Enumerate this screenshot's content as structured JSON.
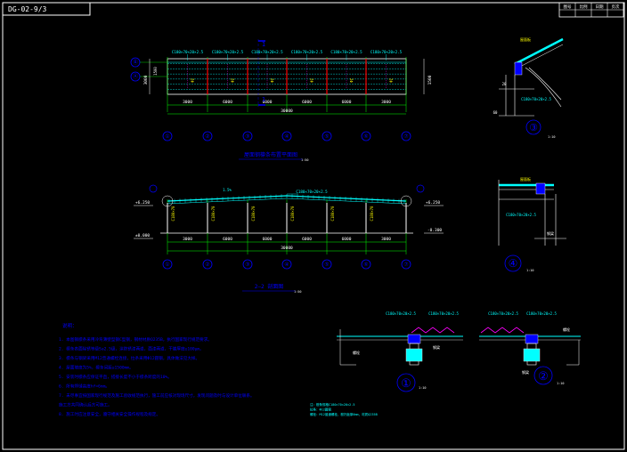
{
  "drawing_code": "DG-02-9/3",
  "title_block": {
    "rows": [
      [
        "图号",
        "比例",
        "日期",
        "页次"
      ],
      [
        "",
        "",
        "",
        ""
      ]
    ]
  },
  "colors": {
    "background": "#000000",
    "frame": "#ffffff",
    "lines": "#ffffff",
    "accent_cyan": "#00ffff",
    "accent_red": "#ff0000",
    "accent_green": "#00ff00",
    "accent_yellow": "#ffff00",
    "accent_blue": "#0000ff",
    "accent_magenta": "#ff00ff"
  },
  "plan_view": {
    "title": "屋面钢檩条布置平面图",
    "scale": "1:50",
    "section_mark": "1",
    "axis_labels": [
      "①",
      "②",
      "③",
      "④",
      "⑤",
      "⑥",
      "⑦"
    ],
    "spans": [
      "3000",
      "6000",
      "6000",
      "6000",
      "6000",
      "3000"
    ],
    "total": "30000",
    "purlin_tags": [
      "C180×70×20×2.5",
      "C180×70×20×2.5",
      "C180×70×20×2.5",
      "C180×70×20×2.5",
      "C180×70×20×2.5",
      "C180×70×20×2.5"
    ],
    "left_dims": [
      "3000",
      "1500"
    ],
    "row_marks": [
      "Ⓑ",
      "Ⓐ"
    ],
    "right_dim": "1500"
  },
  "section_view": {
    "title": "2—2 剖面图",
    "scale": "1:50",
    "top_label": "C180×70×20×2.5",
    "elev_left": [
      "+6.250",
      "±0.000"
    ],
    "elev_right": [
      "+6.250",
      "-0.300"
    ],
    "axis_labels": [
      "①",
      "②",
      "③",
      "④",
      "⑤",
      "⑥",
      "⑦"
    ],
    "spans": [
      "3000",
      "6000",
      "6000",
      "6000",
      "6000",
      "3000"
    ],
    "total": "30000",
    "column_tags": [
      "C180×70",
      "C180×70",
      "C180×70",
      "C180×70",
      "C180×70",
      "C180×70"
    ]
  },
  "details": [
    {
      "mark": "③",
      "scale": "1:10",
      "labels": [
        "屋面板",
        "C180×70×20×2.5",
        "20",
        "60"
      ]
    },
    {
      "mark": "④",
      "scale": "1:10",
      "labels": [
        "屋面板",
        "C180×70×20×2.5",
        "钢梁"
      ]
    },
    {
      "mark": "①",
      "scale": "1:10",
      "labels": [
        "C180×70×20×2.5",
        "C180×70×20×2.5",
        "螺栓",
        "钢梁"
      ]
    },
    {
      "mark": "②",
      "scale": "1:10",
      "labels": [
        "C180×70×20×2.5",
        "C180×70×20×2.5",
        "螺栓",
        "钢梁"
      ]
    }
  ],
  "notes": {
    "heading": "说明：",
    "items": [
      "1. 本图钢檩条采用冷弯薄壁型钢C型钢，钢材材质Q235B，执行国家现行规范要求。",
      "2. 檩条表面除锈等级Sa2.5级，涂防锈漆两道，面漆两道，干膜厚度≥100μm。",
      "3. 檩条与钢梁采用M12普通螺栓连接，拉条采用Φ12圆钢，具体做法见大样。",
      "4. 屋面坡度为5%，檩条间距≤1500mm。",
      "5. 安装时檩条应保证平直，搭接长度不小于檩条跨度的10%。",
      "6. 所有焊缝高度hf=6mm。",
      "7. 未尽事宜按国家现行规范及施工验收规范执行，施工前应核对现场尺寸，发现问题及时与设计单位联系。",
      "   施工方共同确认后方可施工。",
      "8. 施工时应注意安全，遵守相关安全操作规程及规定。"
    ]
  },
  "footer_notes": [
    "注：檩条规格C180×70×20×2.5",
    "拉条：Φ12圆钢",
    "螺栓：M12普通螺栓，檩托板厚6mm，材质Q235B"
  ]
}
